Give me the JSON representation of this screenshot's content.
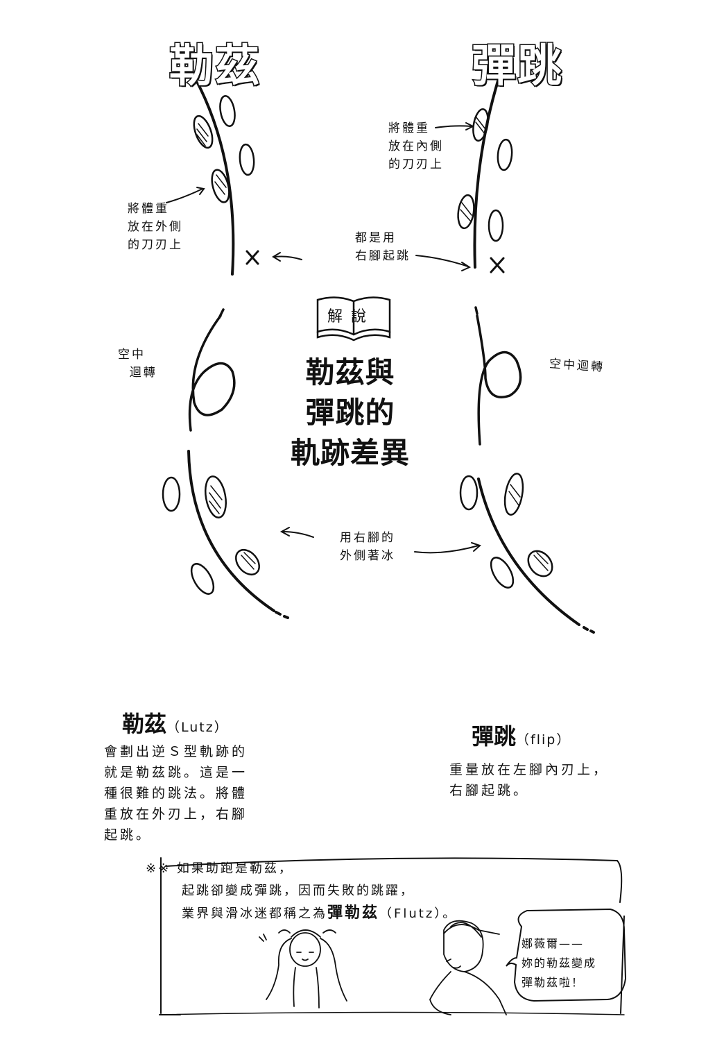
{
  "titles": {
    "left": "勒茲",
    "right": "彈跳"
  },
  "labels": {
    "left_outer_edge": "將體重\n放在外側\n的刀刃上",
    "right_inner_edge": "將體重\n放在內側\n的刀刃上",
    "takeoff": "都是用\n右腳起跳",
    "air_rotation_left": "空中\n  迴轉",
    "air_rotation_right": "空中迴轉",
    "landing": "用右腳的\n外側著冰"
  },
  "center": {
    "badge": "解說",
    "title_lines": [
      "勒茲與",
      "彈跳的",
      "軌跡差異"
    ]
  },
  "lutz": {
    "heading": "勒茲",
    "heading_en": "（Lutz）",
    "body": [
      "會劃出逆Ｓ型軌跡的",
      "就是勒茲跳。這是一",
      "種很難的跳法。將體",
      "重放在外刃上，右腳",
      "起跳。"
    ]
  },
  "flip": {
    "heading": "彈跳",
    "heading_en": "（flip）",
    "body": [
      "重量放在左腳內刃上，",
      "右腳起跳。"
    ]
  },
  "footnote": {
    "mark": "※※",
    "line1": "如果助跑是勒茲，",
    "line2": "起跳卻變成彈跳，因而失敗的跳躍，",
    "line3_pre": "業界與滑冰迷都稱之為",
    "line3_bold": "彈勒茲",
    "line3_post": "（Flutz）。"
  },
  "speech": {
    "lines": [
      "娜薇爾——",
      "妳的勒茲變成",
      "彈勒茲啦！"
    ]
  },
  "icons": {
    "cross_marks": "x-mark-icon",
    "book": "open-book-icon",
    "blade_marks": "skate-blade-icon"
  }
}
